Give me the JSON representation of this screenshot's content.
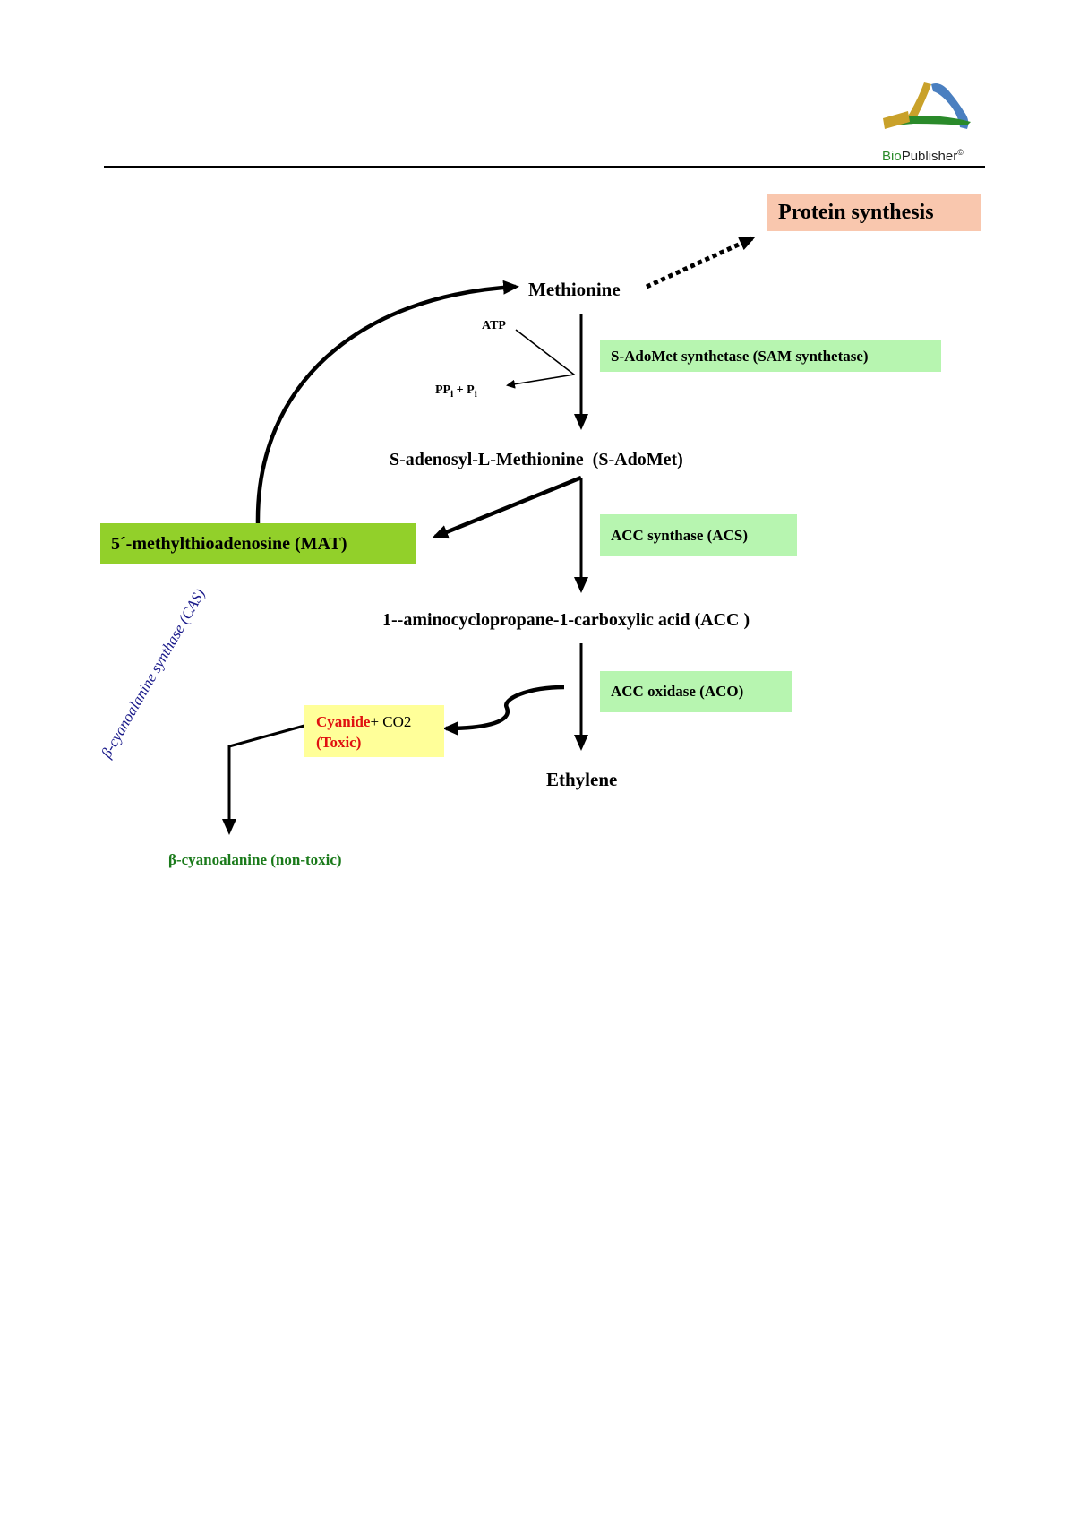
{
  "header": {
    "logo_text_bio": "Bio",
    "logo_text_publisher": "Publisher",
    "logo_mark": "©"
  },
  "diagram": {
    "nodes": {
      "protein_synthesis": "Protein synthesis",
      "methionine": "Methionine",
      "atp": "ATP",
      "ppi_pi": "PP",
      "ppi_sub": "i",
      "ppi_plus": " + P",
      "pi_sub": "i",
      "s_adomet": "S-adenosyl-L-Methionine  (S-AdoMet)",
      "mat": "5´-methylthioadenosine (MAT)",
      "acc": "1--aminocyclopropane-1-carboxylic acid (ACC )",
      "ethylene": "Ethylene",
      "cyanide": "Cyanide",
      "co2": "+ CO2",
      "toxic": "(Toxic)",
      "cyanoalanine": "β-cyanoalanine (non-toxic)"
    },
    "enzymes": {
      "sam_synthetase": "S-AdoMet synthetase (SAM synthetase)",
      "acs": "ACC synthase (ACS)",
      "aco": "ACC oxidase (ACO)",
      "cas": "β-cyanoalanine synthase (CAS)"
    },
    "colors": {
      "enzyme_box": "#b7f5b0",
      "mat_box": "#92d02a",
      "protein_box": "#f9c7ae",
      "cyanide_box": "#ffff99",
      "cyanide_text": "#e01010",
      "cyanoalanine_text": "#1a7a1a",
      "cas_text": "#1a1a8a"
    }
  }
}
